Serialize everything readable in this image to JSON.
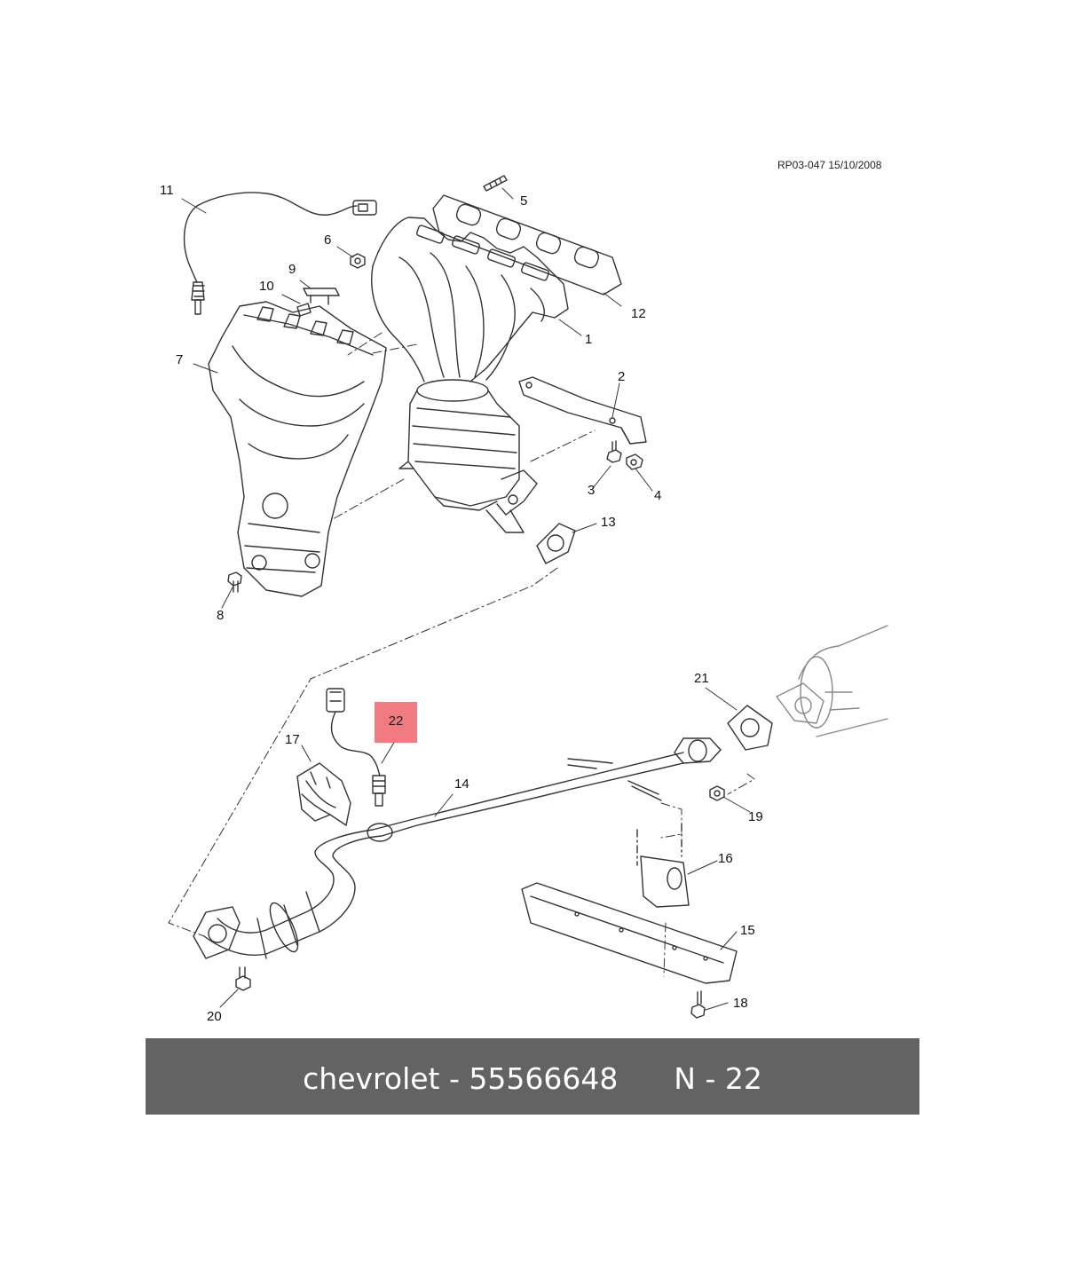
{
  "drawing_ref": "RP03-047 15/10/2008",
  "callouts": {
    "c1": "1",
    "c2": "2",
    "c3": "3",
    "c4": "4",
    "c5": "5",
    "c6": "6",
    "c7": "7",
    "c8": "8",
    "c9": "9",
    "c10": "10",
    "c11": "11",
    "c12": "12",
    "c13": "13",
    "c14": "14",
    "c15": "15",
    "c16": "16",
    "c17": "17",
    "c18": "18",
    "c19": "19",
    "c20": "20",
    "c21": "21",
    "c22": "22"
  },
  "highlighted_part": "22",
  "caption": {
    "brand": "chevrolet",
    "part_number": "55566648",
    "position": "N - 22",
    "text": "chevrolet - 55566648      N - 22"
  },
  "colors": {
    "highlight": "#f07b80",
    "footer_bg": "#636363",
    "footer_text": "#ffffff"
  }
}
